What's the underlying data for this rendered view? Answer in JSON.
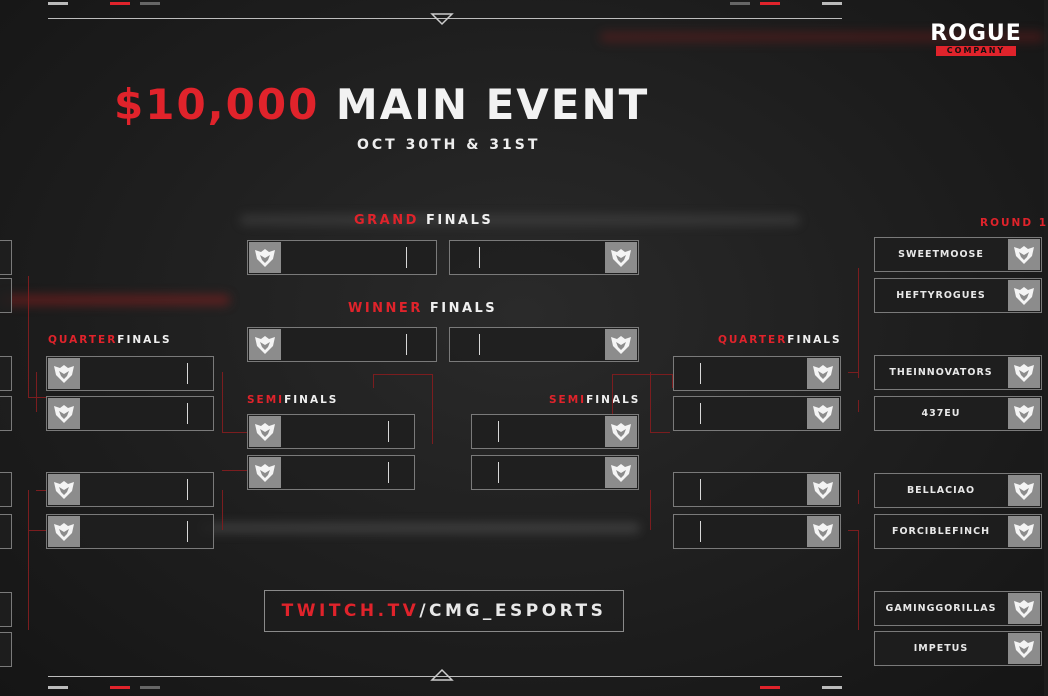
{
  "title": {
    "prize": "$10,000",
    "name": "MAIN EVENT"
  },
  "date": "OCT 30TH & 31ST",
  "logo": {
    "line1": "ROGUE",
    "line2": "COMPANY"
  },
  "headers": {
    "grand": {
      "red": "GRAND",
      "white": "FINALS"
    },
    "winner": {
      "red": "WINNER",
      "white": "FINALS"
    },
    "quarter_left": {
      "red": "QUARTER",
      "white": "FINALS"
    },
    "quarter_right": {
      "red": "QUARTER",
      "white": "FINALS"
    },
    "semi_left": {
      "red": "SEMI",
      "white": "FINALS"
    },
    "semi_right": {
      "red": "SEMI",
      "white": "FINALS"
    },
    "round1": "ROUND 1"
  },
  "round1_right": [
    "SWEETMOOSE",
    "HEFTYROGUES",
    "THEINNOVATORS",
    "437EU",
    "BELLACIAO",
    "FORCIBLEFINCH",
    "GAMINGGORILLAS",
    "IMPETUS"
  ],
  "twitch": {
    "red": "TWITCH.TV",
    "white": "/CMG_ESPORTS"
  },
  "colors": {
    "accent": "#e0232b",
    "background": "#1c1c1c",
    "slot_icon": "#8c8c8c"
  },
  "icon": "rogue-company-shield-icon"
}
